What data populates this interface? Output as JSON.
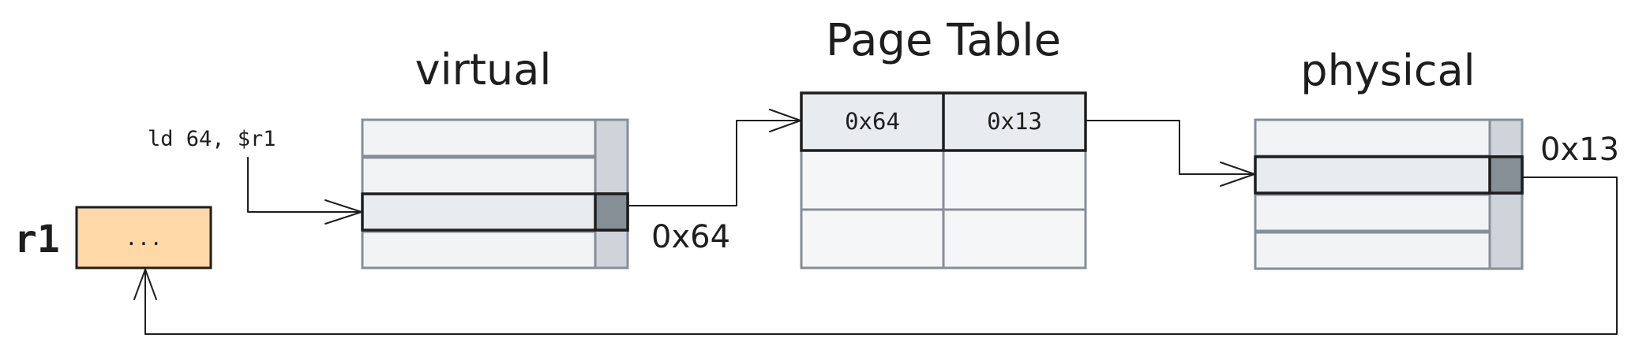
{
  "title": "Page Table",
  "instruction": "ld 64, $r1",
  "register": {
    "name": "r1",
    "value": "..."
  },
  "virtual": {
    "label": "virtual",
    "address_label": "0x64"
  },
  "page_table": {
    "rows": [
      [
        "0x64",
        "0x13"
      ],
      [
        "",
        ""
      ],
      [
        "",
        ""
      ]
    ]
  },
  "physical": {
    "label": "physical",
    "address_label": "0x13"
  },
  "colors": {
    "stroke": "#1e1e1e",
    "register_fill": "#ffd8a8",
    "row_fill": "#f1f3f5",
    "highlight_fill": "#e9ecef",
    "side_fill": "#ced4da",
    "side_highlight": "#868e96",
    "table_fill": "#f5f6f7",
    "table_header_fill": "#e9ecef"
  }
}
